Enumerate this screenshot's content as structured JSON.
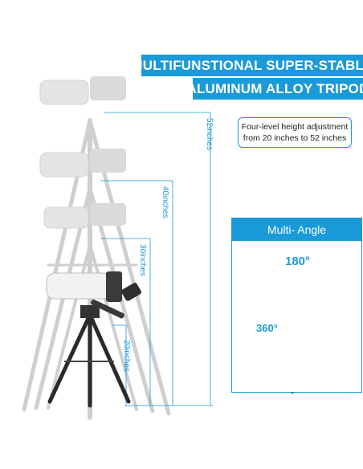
{
  "headline": {
    "line1": "MULTIFUNSTIONAL SUPER-STABLE",
    "line2": "ALUMINUM ALLOY TRIPOD"
  },
  "height_info": {
    "line1": "Four-level height adjustment",
    "line2": "from 20 inches to  52 inches"
  },
  "height_labels": {
    "h52": "52inches",
    "h40": "40inches",
    "h30": "30inches",
    "h20": "20inches"
  },
  "multi_angle": {
    "title": "Multi- Angle",
    "vertical_rotation": "180°",
    "horizontal_rotation": "360°"
  },
  "colors": {
    "accent": "#1a9ad9",
    "text": "#222222",
    "ghost": "#c8c8c8",
    "tripod": "#2a2a2a"
  }
}
